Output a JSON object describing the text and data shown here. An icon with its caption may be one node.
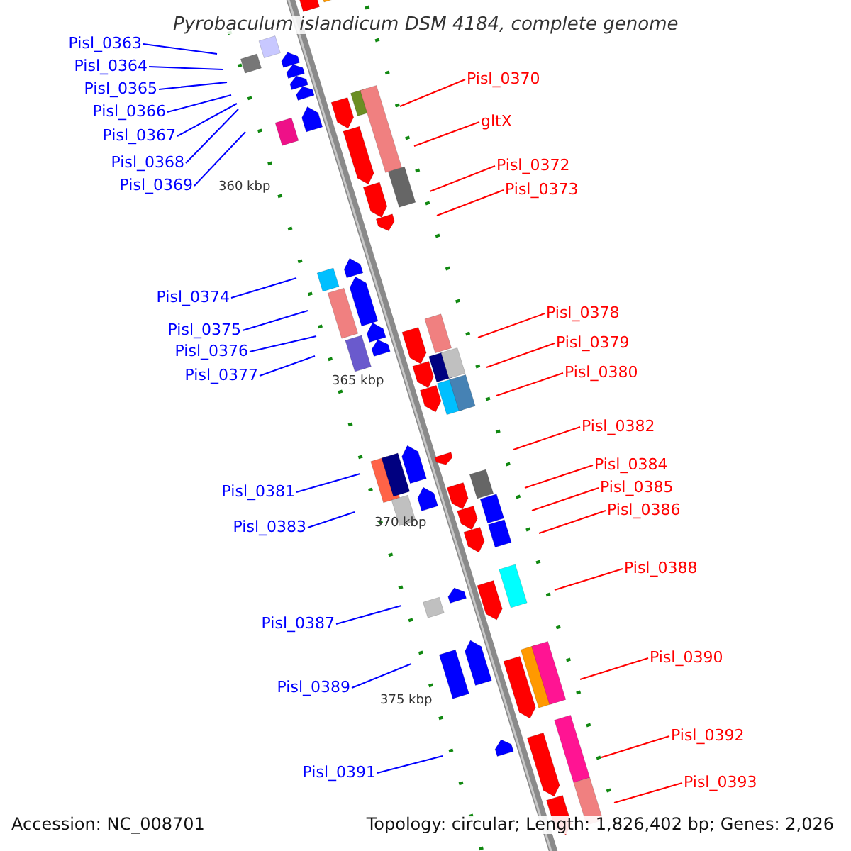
{
  "diagram": {
    "title": "Pyrobaculum islandicum DSM 4184, complete genome",
    "nodes": [
      {
        "text": [
          "Pisl_0363"
        ]
      },
      {
        "text": [
          "Pisl_0364"
        ]
      },
      {
        "text": [
          "Pisl_0365"
        ]
      },
      {
        "text": [
          "Pisl_0366"
        ]
      },
      {
        "text": [
          "Pisl_0367"
        ]
      },
      {
        "text": [
          "Pisl_0368"
        ]
      },
      {
        "text": [
          "Pisl_0369"
        ]
      },
      {
        "text": [
          "Pisl_0370"
        ]
      },
      {
        "text": [
          "gltX"
        ]
      },
      {
        "text": [
          "Pisl_0372"
        ]
      },
      {
        "text": [
          "Pisl_0373"
        ]
      },
      {
        "text": [
          "Pisl_0374"
        ]
      },
      {
        "text": [
          "Pisl_0375"
        ]
      },
      {
        "text": [
          "Pisl_0376"
        ]
      },
      {
        "text": [
          "Pisl_0377"
        ]
      },
      {
        "text": [
          "Pisl_0378"
        ]
      },
      {
        "text": [
          "Pisl_0379"
        ]
      },
      {
        "text": [
          "Pisl_0380"
        ]
      },
      {
        "text": [
          "Pisl_0381"
        ]
      },
      {
        "text": [
          "Pisl_0382"
        ]
      },
      {
        "text": [
          "Pisl_0383"
        ]
      },
      {
        "text": [
          "Pisl_0384"
        ]
      },
      {
        "text": [
          "Pisl_0385"
        ]
      },
      {
        "text": [
          "Pisl_0386"
        ]
      },
      {
        "text": [
          "Pisl_0387"
        ]
      },
      {
        "text": [
          "Pisl_0388"
        ]
      },
      {
        "text": [
          "Pisl_0389"
        ]
      },
      {
        "text": [
          "Pisl_0390"
        ]
      },
      {
        "text": [
          "Pisl_0391"
        ]
      },
      {
        "text": [
          "Pisl_0392"
        ]
      },
      {
        "text": [
          "Pisl_0393"
        ]
      }
    ],
    "edges": [
      {
        "from": 0,
        "to": null,
        "arrow": "none"
      },
      {
        "from": 1,
        "to": null,
        "arrow": "none"
      },
      {
        "from": 2,
        "to": null,
        "arrow": "none"
      },
      {
        "from": 3,
        "to": null,
        "arrow": "none"
      },
      {
        "from": 4,
        "to": null,
        "arrow": "none"
      },
      {
        "from": 5,
        "to": null,
        "arrow": "none"
      },
      {
        "from": 6,
        "to": null,
        "arrow": "none"
      },
      {
        "from": 7,
        "to": null,
        "arrow": "none",
        "color": "#ff0000"
      },
      {
        "from": 8,
        "to": null,
        "arrow": "none",
        "color": "#ff0000"
      },
      {
        "from": 9,
        "to": null,
        "arrow": "none",
        "color": "#ff0000"
      },
      {
        "from": 10,
        "to": null,
        "arrow": "none",
        "color": "#ff0000"
      },
      {
        "from": 11,
        "to": null,
        "arrow": "none"
      },
      {
        "from": 12,
        "to": null,
        "arrow": "none"
      },
      {
        "from": 13,
        "to": null,
        "arrow": "none"
      },
      {
        "from": 14,
        "to": null,
        "arrow": "none"
      },
      {
        "from": 15,
        "to": null,
        "arrow": "none",
        "color": "#ff0000"
      },
      {
        "from": 16,
        "to": null,
        "arrow": "none",
        "color": "#ff0000"
      },
      {
        "from": 17,
        "to": null,
        "arrow": "none",
        "color": "#ff0000"
      },
      {
        "from": 18,
        "to": null,
        "arrow": "none"
      },
      {
        "from": 19,
        "to": null,
        "arrow": "none",
        "color": "#ff0000"
      },
      {
        "from": 20,
        "to": null,
        "arrow": "none"
      },
      {
        "from": 21,
        "to": null,
        "arrow": "none",
        "color": "#ff0000"
      },
      {
        "from": 22,
        "to": null,
        "arrow": "none",
        "color": "#ff0000"
      },
      {
        "from": 23,
        "to": null,
        "arrow": "none",
        "color": "#ff0000"
      },
      {
        "from": 24,
        "to": null,
        "arrow": "none"
      },
      {
        "from": 25,
        "to": null,
        "arrow": "none",
        "color": "#ff0000"
      },
      {
        "from": 26,
        "to": null,
        "arrow": "none"
      },
      {
        "from": 27,
        "to": null,
        "arrow": "none",
        "color": "#ff0000"
      },
      {
        "from": 28,
        "to": null,
        "arrow": "none"
      },
      {
        "from": 29,
        "to": null,
        "arrow": "none",
        "color": "#ff0000"
      },
      {
        "from": 30,
        "to": null,
        "arrow": "none",
        "color": "#ff0000"
      }
    ],
    "labels": [
      "360 kbp",
      "365 kbp",
      "370 kbp",
      "375 kbp",
      "Accession: NC_008701",
      "Topology: circular; Length: 1,826,402 bp; Genes: 2,026"
    ]
  }
}
